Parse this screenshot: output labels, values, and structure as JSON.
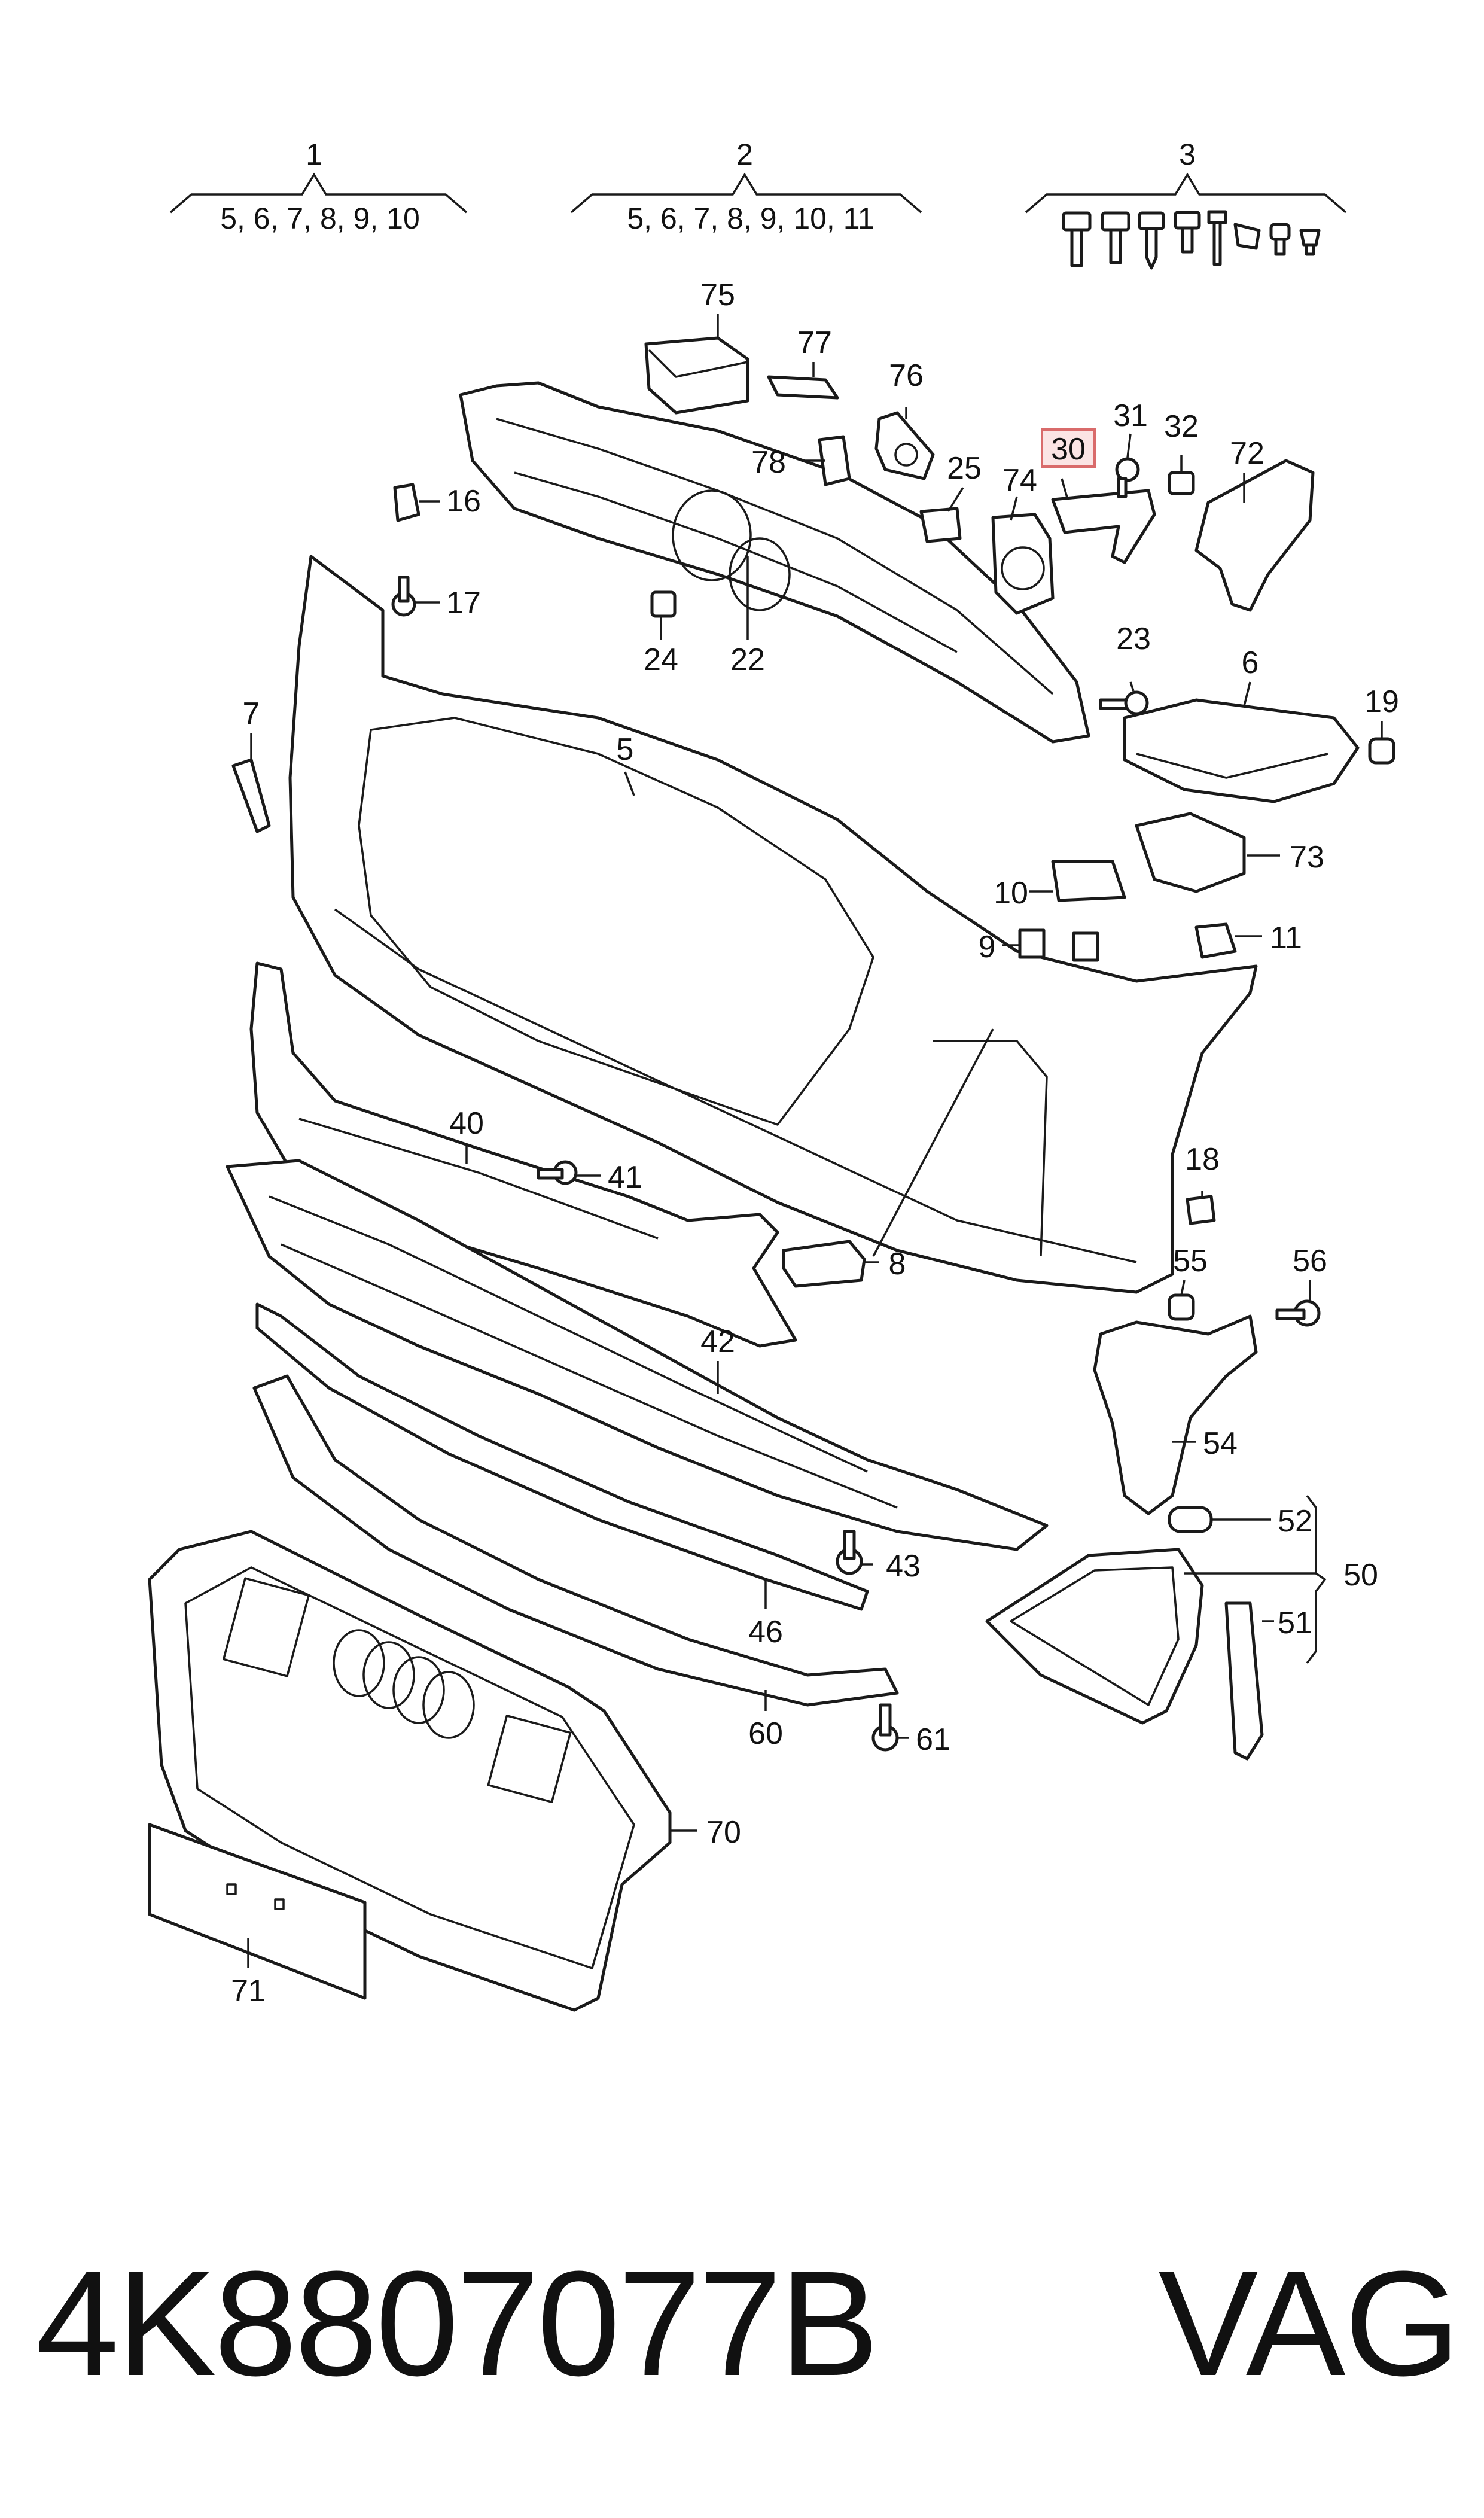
{
  "groups": [
    {
      "number": "1",
      "includes": "5, 6, 7, 8, 9, 10"
    },
    {
      "number": "2",
      "includes": "5, 6, 7, 8, 9, 10, 11"
    },
    {
      "number": "3",
      "includes": ""
    }
  ],
  "callouts": {
    "c75": "75",
    "c77": "77",
    "c76": "76",
    "c78": "78",
    "c25": "25",
    "c74": "74",
    "c30": "30",
    "c31": "31",
    "c32": "32",
    "c72": "72",
    "c16": "16",
    "c17": "17",
    "c24": "24",
    "c22": "22",
    "c23": "23",
    "c6": "6",
    "c19": "19",
    "c7": "7",
    "c5": "5",
    "c73": "73",
    "c10": "10",
    "c9": "9",
    "c11": "11",
    "c40": "40",
    "c41": "41",
    "c18": "18",
    "c8": "8",
    "c55": "55",
    "c56": "56",
    "c42": "42",
    "c54": "54",
    "c52": "52",
    "c50": "50",
    "c51": "51",
    "c43": "43",
    "c46": "46",
    "c61": "61",
    "c60": "60",
    "c70": "70",
    "c71": "71"
  },
  "highlighted_callout": "30",
  "footer": {
    "part_number": "4K8807077B",
    "brand": "VAG"
  },
  "colors": {
    "line": "#1a1a1a",
    "highlight_fill": "#fbe4e4",
    "highlight_stroke": "#d96b6b"
  }
}
